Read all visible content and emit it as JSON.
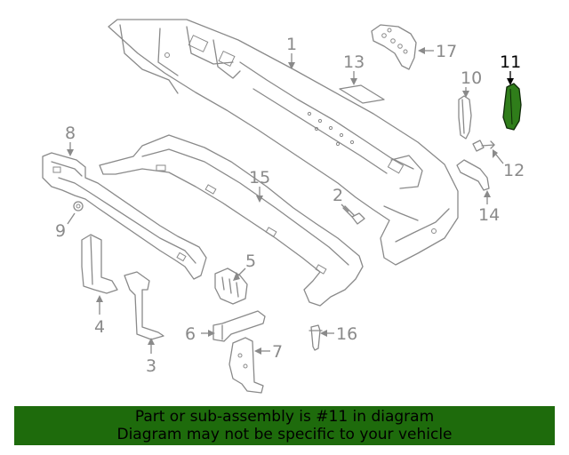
{
  "diagram": {
    "callouts": [
      "1",
      "2",
      "3",
      "4",
      "5",
      "6",
      "7",
      "8",
      "9",
      "10",
      "11",
      "12",
      "13",
      "14",
      "15",
      "16",
      "17"
    ],
    "highlighted": "11",
    "colors": {
      "highlight": "#2f7d1a",
      "line": "#8a8a8a",
      "banner": "#1e6b0c"
    }
  },
  "banner": {
    "line1": "Part or sub-assembly is #11 in diagram",
    "line2": "Diagram may not be specific to your vehicle"
  }
}
